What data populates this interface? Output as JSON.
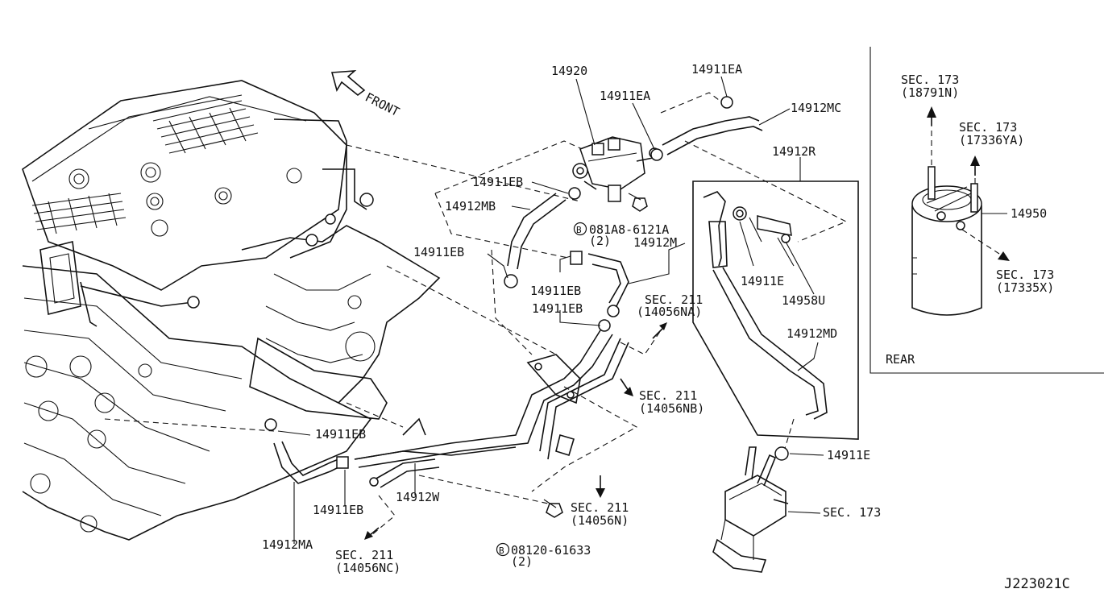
{
  "direction_label": "FRONT",
  "inset_label": "REAR",
  "diagram_code": "J223021C",
  "parts": {
    "p14920": "14920",
    "p14911EA_a": "14911EA",
    "p14911EA_b": "14911EA",
    "p14912MC": "14912MC",
    "p14912R": "14912R",
    "p14911EB_a": "14911EB",
    "p14912MB": "14912MB",
    "bolt1_no": "081A8-6121A",
    "bolt1_qty": "(2)",
    "p14912M": "14912M",
    "p14911EB_b": "14911EB",
    "p14911EB_c": "14911EB",
    "p14911EB_d": "14911EB",
    "p14911E_a": "14911E",
    "p14958U": "14958U",
    "p14912MD": "14912MD",
    "p14911EB_e": "14911EB",
    "p14911EB_f": "14911EB",
    "p14912W": "14912W",
    "p14912MA": "14912MA",
    "bolt2_no": "08120-61633",
    "bolt2_qty": "(2)",
    "p14911E_b": "14911E",
    "p14950": "14950",
    "bolt_symbol": "B"
  },
  "sections": {
    "sec_NA_a": "SEC. 211",
    "sec_NA_b": "(14056NA)",
    "sec_NB_a": "SEC. 211",
    "sec_NB_b": "(14056NB)",
    "sec_N_a": "SEC. 211",
    "sec_N_b": "(14056N)",
    "sec_NC_a": "SEC. 211",
    "sec_NC_b": "(14056NC)",
    "sec_173": "SEC. 173",
    "sec_18791N_a": "SEC. 173",
    "sec_18791N_b": "(18791N)",
    "sec_17336YA_a": "SEC. 173",
    "sec_17336YA_b": "(17336YA)",
    "sec_17335X_a": "SEC. 173",
    "sec_17335X_b": "(17335X)"
  }
}
